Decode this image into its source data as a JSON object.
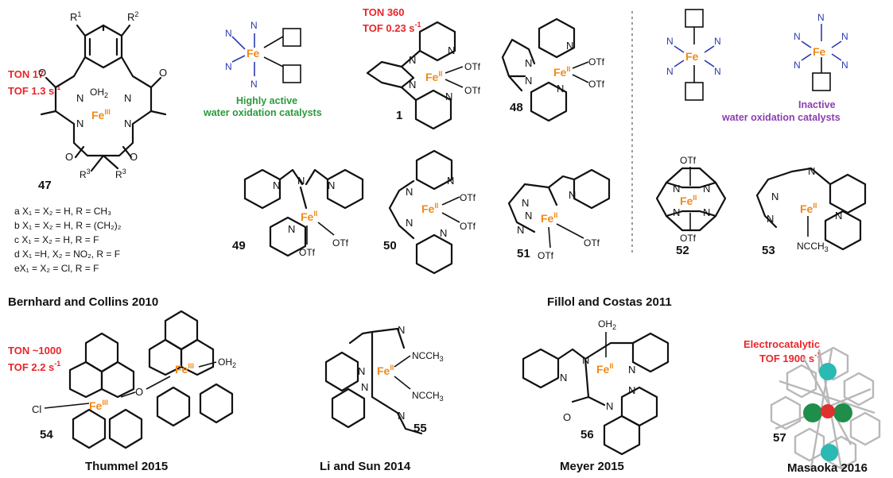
{
  "s47": {
    "ton": "TON 17",
    "tof": "TOF 1.3 s",
    "tof_sup": "-1",
    "number": "47",
    "r1": "R",
    "r1s": "1",
    "r2": "R",
    "r2s": "2",
    "r3": "R",
    "r3s": "3",
    "r3b": "R",
    "r3bs": "3",
    "oh2": "OH",
    "oh2s": "2",
    "fe": "Fe",
    "fes": "III",
    "n": "N"
  },
  "variants": [
    "a X₁ = X₂ = H, R = CH₃",
    "b X₁ = X₂ = H, R = (CH₂)₂",
    "c X₁ = X₂ = H, R = F",
    "d X₁ =H, X₂ = NO₂, R = F",
    "eX₁ = X₂ = Cl, R = F"
  ],
  "refs": {
    "bernhard": "Bernhard and Collins 2010",
    "fillol": "Fillol and Costas 2011",
    "thummel": "Thummel 2015",
    "li": "Li and Sun 2014",
    "meyer": "Meyer 2015",
    "masaoka": "Masaoka 2016"
  },
  "active": {
    "line1": "Highly active",
    "line2": "water oxidation catalysts"
  },
  "inactive": {
    "line1": "Inactive",
    "line2": "water oxidation catalysts"
  },
  "s1": {
    "ton": "TON 360",
    "tof": "TOF 0.23 s",
    "tof_sup": "-1",
    "number": "1"
  },
  "otf": "OTf",
  "fe2": "Fe",
  "fe2s": "II",
  "fe3s": "III",
  "nlabel": "N",
  "s48": {
    "number": "48"
  },
  "s49": {
    "number": "49"
  },
  "s50": {
    "number": "50"
  },
  "s51": {
    "number": "51"
  },
  "s52": {
    "number": "52"
  },
  "s53": {
    "number": "53",
    "ligand": "NCCH",
    "ligand_s": "3"
  },
  "s54": {
    "ton": "TON ~1000",
    "tof": "TOF 2.2 s",
    "tof_sup": "-1",
    "number": "54",
    "cl": "Cl",
    "o": "O",
    "oh2": "OH",
    "oh2s": "2"
  },
  "s55": {
    "number": "55",
    "ligand": "NCCH",
    "ligand_s": "3"
  },
  "s56": {
    "number": "56",
    "o": "O",
    "oh2": "OH",
    "oh2s": "2"
  },
  "s57": {
    "line1": "Electrocatalytic",
    "tof": "TOF 1900 s",
    "tof_sup": "-1",
    "number": "57"
  }
}
